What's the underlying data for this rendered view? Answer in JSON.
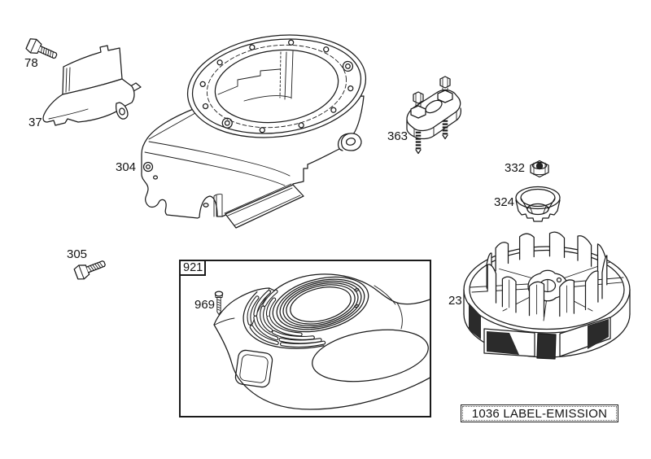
{
  "page": {
    "background": "#ffffff",
    "ink": "#1b1b1b"
  },
  "callouts": {
    "part78": "78",
    "part37": "37",
    "part304": "304",
    "part305": "305",
    "part363": "363",
    "part332": "332",
    "part324": "324",
    "part23": "23",
    "part969": "969",
    "group921": "921",
    "emission_label": "1036 LABEL-EMISSION"
  }
}
